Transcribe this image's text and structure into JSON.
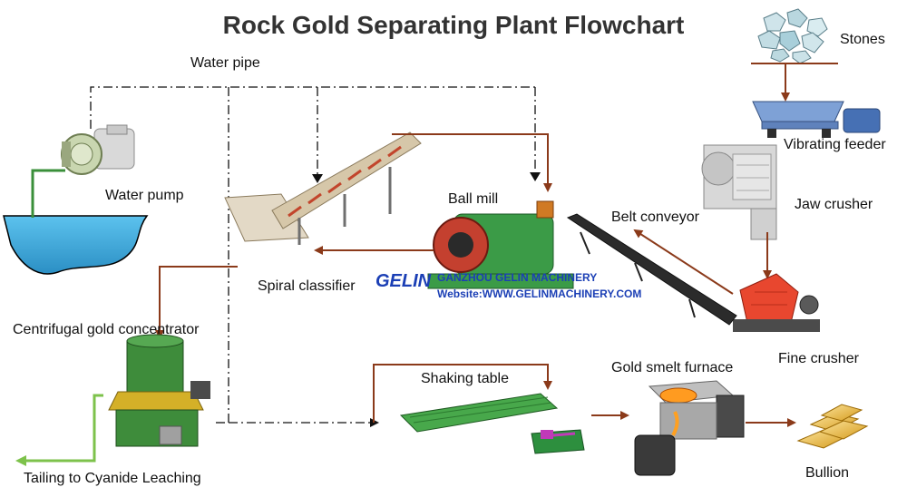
{
  "title": "Rock Gold Separating Plant Flowchart",
  "labels": {
    "water_pipe": "Water pipe",
    "stones": "Stones",
    "vibrating_feeder": "Vibrating feeder",
    "water_pump": "Water pump",
    "ball_mill": "Ball mill",
    "jaw_crusher": "Jaw crusher",
    "belt_conveyor": "Belt conveyor",
    "spiral_classifier": "Spiral classifier",
    "centrifugal_gold_concentrator": "Centrifugal gold concentrator",
    "fine_crusher": "Fine crusher",
    "shaking_table": "Shaking table",
    "gold_smelt_furnace": "Gold smelt furnace",
    "bullion": "Bullion",
    "tailing": "Tailing  to Cyanide Leaching"
  },
  "watermark": {
    "logo": "GELIN",
    "company": "GANZHOU GELIN MACHINERY",
    "website": "Website:WWW.GELINMACHINERY.COM"
  },
  "colors": {
    "flow_arrow": "#8b3a1a",
    "water_pipe": "#000000",
    "water_line": "#3a8f3a",
    "tailing_arrow": "#7dc24b",
    "water": "#49b6e6",
    "watermark": "#1b3fb5"
  }
}
